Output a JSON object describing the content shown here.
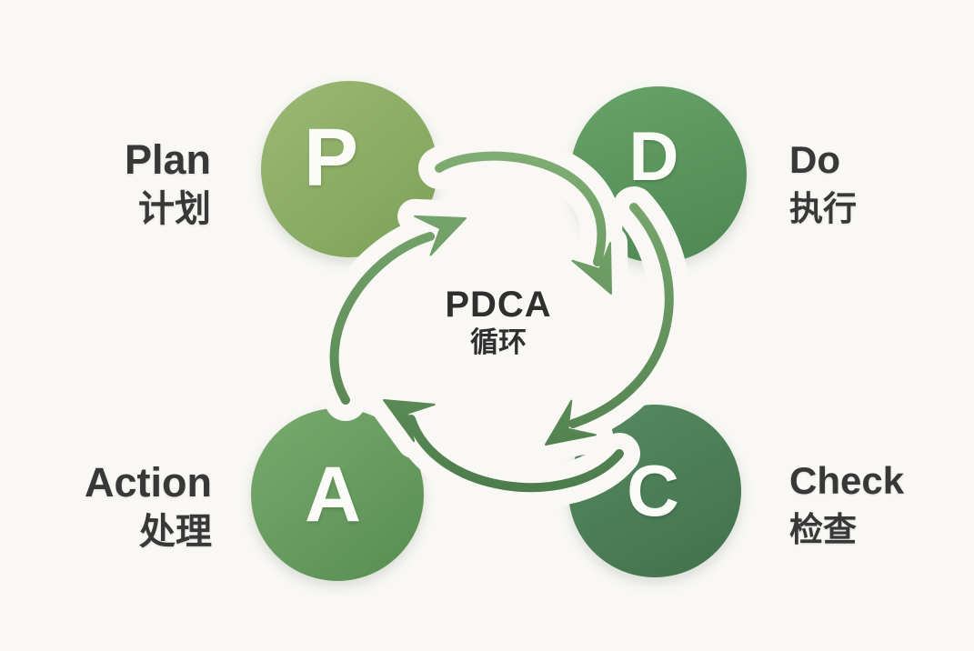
{
  "background": "#f9f8f5",
  "text_color": "#383838",
  "center": {
    "title": "PDCA",
    "subtitle": "循环"
  },
  "nodes": [
    {
      "id": "plan",
      "letter": "P",
      "en": "Plan",
      "zh": "计划",
      "color_from": "#9cb974",
      "color_to": "#7ca159"
    },
    {
      "id": "do",
      "letter": "D",
      "en": "Do",
      "zh": "执行",
      "color_from": "#68a369",
      "color_to": "#4d8652"
    },
    {
      "id": "check",
      "letter": "C",
      "en": "Check",
      "zh": "检查",
      "color_from": "#578b60",
      "color_to": "#42714d"
    },
    {
      "id": "action",
      "letter": "A",
      "en": "Action",
      "zh": "处理",
      "color_from": "#79aa6e",
      "color_to": "#578d52"
    }
  ],
  "cycle": {
    "direction": "clockwise",
    "arrow_count": 4,
    "arrow_gradient_from": "#7eac72",
    "arrow_gradient_to": "#4a7a4a"
  }
}
